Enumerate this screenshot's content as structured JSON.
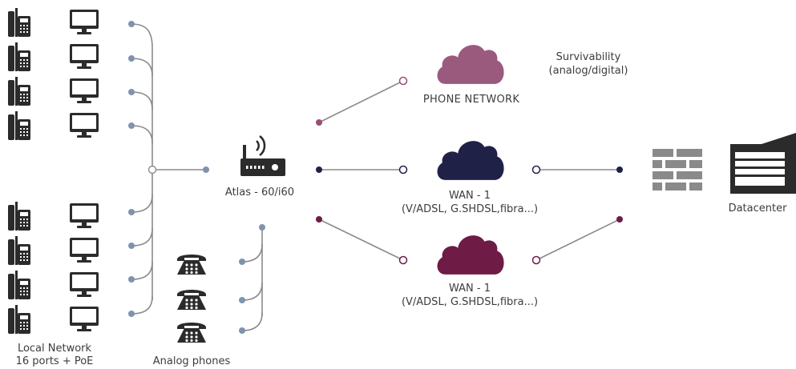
{
  "labels": {
    "phone_network": "PHONE NETWORK",
    "survivability_line1": "Survivability",
    "survivability_line2": "(analog/digital)",
    "atlas": "Atlas - 60/i60",
    "wan_top_line1": "WAN - 1",
    "wan_top_line2": "(V/ADSL, G.SHDSL,fibra...)",
    "wan_bottom_line1": "WAN - 1",
    "wan_bottom_line2": "(V/ADSL, G.SHDSL,fibra...)",
    "datacenter": "Datacenter",
    "local_network_line1": "Local Network",
    "local_network_line2": "16 ports + PoE",
    "analog_phones": "Analog phones"
  },
  "colors": {
    "line": "#8a8a8a",
    "node_blue": "#7f93ad",
    "icon_dark": "#2b2b2b",
    "cloud_phone": "#9a5a7e",
    "cloud_wan_top": "#1f2147",
    "cloud_wan_bottom": "#6e1b46",
    "node_phone": "#9a4d77",
    "node_wan_top": "#1f2147",
    "node_wan_bottom": "#6e1b46",
    "firewall": "#8a8a8a"
  },
  "icons": {
    "desk_phone": "ip-phone-icon",
    "monitor": "monitor-icon",
    "router": "router-icon",
    "analog_phone": "analog-phone-icon",
    "cloud": "cloud-icon",
    "firewall": "firewall-icon",
    "datacenter": "server-rack-icon"
  }
}
